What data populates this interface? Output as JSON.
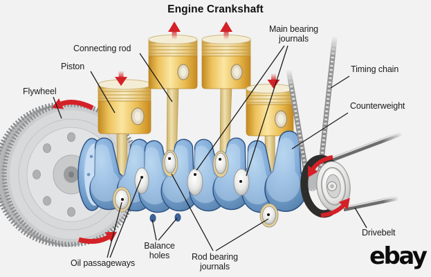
{
  "title": "Engine Crankshaft",
  "brand": {
    "logo_text": "ebay"
  },
  "labels": {
    "connecting_rod": "Connecting rod",
    "piston": "Piston",
    "flywheel": "Flywheel",
    "main_bearing_journals": "Main bearing journals",
    "timing_chain": "Timing chain",
    "counterweight": "Counterweight",
    "drivebelt": "Drivebelt",
    "oil_passageways": "Oil passageways",
    "balance_holes": "Balance holes",
    "rod_bearing_journals": "Rod bearing journals"
  },
  "colors": {
    "background": "#f1f2f1",
    "label_text": "#1a1a1a",
    "arrow_red": "#d42127",
    "crankshaft_blue": "#7fa9d7",
    "piston_gold": "#f3cd63",
    "metal_silver": "#d7d8d9",
    "belt_black": "#2e2d2b",
    "logo_black": "#0c0c0c"
  }
}
